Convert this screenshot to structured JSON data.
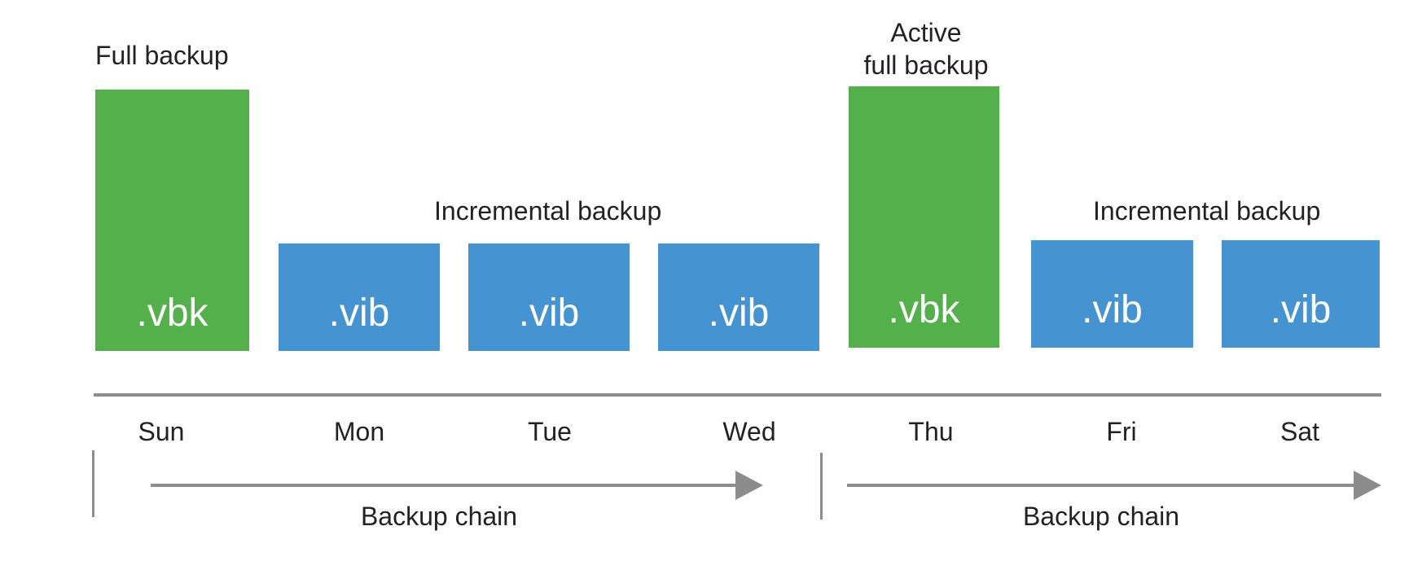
{
  "labels": {
    "full_backup": "Full backup",
    "incremental_1": "Incremental backup",
    "active_full_line1": "Active",
    "active_full_line2": "full backup",
    "incremental_2": "Incremental backup"
  },
  "blocks": [
    {
      "day": "Sun",
      "type": "full",
      "ext": ".vbk"
    },
    {
      "day": "Mon",
      "type": "incremental",
      "ext": ".vib"
    },
    {
      "day": "Tue",
      "type": "incremental",
      "ext": ".vib"
    },
    {
      "day": "Wed",
      "type": "incremental",
      "ext": ".vib"
    },
    {
      "day": "Thu",
      "type": "full",
      "ext": ".vbk"
    },
    {
      "day": "Fri",
      "type": "incremental",
      "ext": ".vib"
    },
    {
      "day": "Sat",
      "type": "incremental",
      "ext": ".vib"
    }
  ],
  "days": [
    "Sun",
    "Mon",
    "Tue",
    "Wed",
    "Thu",
    "Fri",
    "Sat"
  ],
  "chains": [
    {
      "label": "Backup chain"
    },
    {
      "label": "Backup chain"
    }
  ],
  "colors": {
    "full": "#53b04a",
    "incremental": "#4594d1",
    "timeline": "#8c8c8c"
  }
}
